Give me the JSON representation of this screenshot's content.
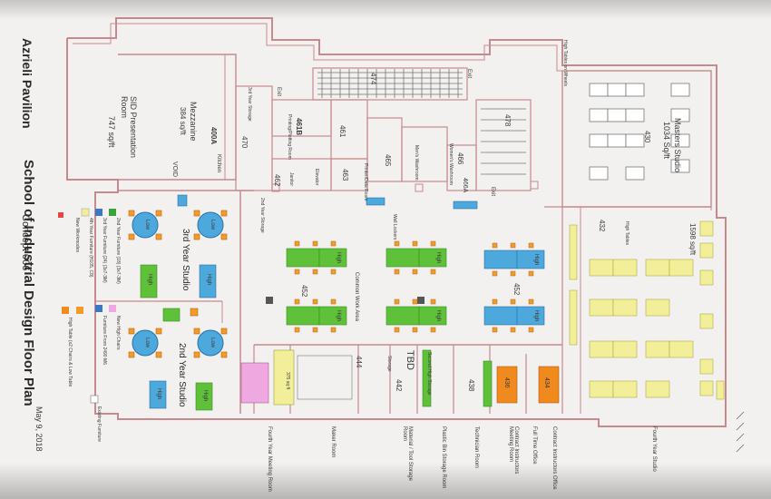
{
  "title_block": {
    "building": "Azrieli Pavilion",
    "school": "School of Industrial Design Floor Plan",
    "concept": "Concept 006",
    "date": "May 9, 2018"
  },
  "legend": {
    "items": [
      "2nd Year Furniture (18) (3x7-3M)",
      "3rd Year Furniture (24) (3x7-3M)",
      "4th Year Furniture (H105, C8)",
      "New Workmodes",
      "Furniture From 2490 M6",
      "New High Chairs",
      "High Table (x2 Chairs & Low Table",
      "Existing Furniture"
    ],
    "colors": {
      "red": "#e4473c",
      "blue": "#3a78c2",
      "green": "#3aa23a",
      "yellow": "#f2ee9a",
      "pink": "#f0a8e0",
      "orange": "#f08a1e"
    }
  },
  "rooms": {
    "r400A": "400A",
    "mezzanine": "Mezzanine",
    "mezz_area": "384 sq/ft",
    "kitchen": "Kitchen",
    "sid_room": "SID Presentation Room",
    "sid_area": "747 sq/ft",
    "void": "VOID",
    "r470": "470",
    "storage_3rd": "3rd Year Storage",
    "r2nd_storage": "2nd Year Storage",
    "r461B": "461B",
    "r461B_name": "Printing/Plotting Room",
    "r461": "461",
    "r462": "462",
    "janitor": "Janitor",
    "r463": "463",
    "elevator": "Elevator",
    "ps_room": "Printer/Data Room",
    "r465": "465",
    "mens": "Men's Washroom",
    "r466": "466",
    "womens": "Women's Washroom",
    "r466A": "466A",
    "r474": "474",
    "r478": "478",
    "exit_labels": [
      "Exit",
      "Exit",
      "Exit"
    ],
    "r430": "430",
    "masters": "Masters Studio",
    "masters_area": "1034 Sq/ft",
    "r432": "432",
    "r432_area": "1598 sq/ft",
    "high_tables": "High Tables",
    "high_tables_note": "High Tables on Wheels",
    "r452": "452",
    "r442": "442",
    "r442_tbd": "TBD",
    "r444": "444",
    "r438": "438",
    "r436": "436",
    "r434": "434",
    "studio3": "3rd Year Studio",
    "studio2": "2nd Year Studio",
    "common_work": "Common Work Area",
    "low": "Low",
    "high": "High",
    "lockers": "Wall Lockers",
    "fourth_meeting": "Fourth Year Meeting Room",
    "maker_room": "Maker Room",
    "material_storage": "Material / Tool Storage Room",
    "plastic_bin": "Plastic Bin Storage Room",
    "technician": "Technician Room",
    "contract_meeting": "Contract Instructors Meeting Room",
    "fulltime": "Full Time Office",
    "contract_office": "Contract Instructors Office",
    "fourth_studio": "Fourth Year Studio",
    "area_375": "375 sq ft",
    "second_storage": "Second High Storage",
    "storage_lbl": "Storage"
  }
}
